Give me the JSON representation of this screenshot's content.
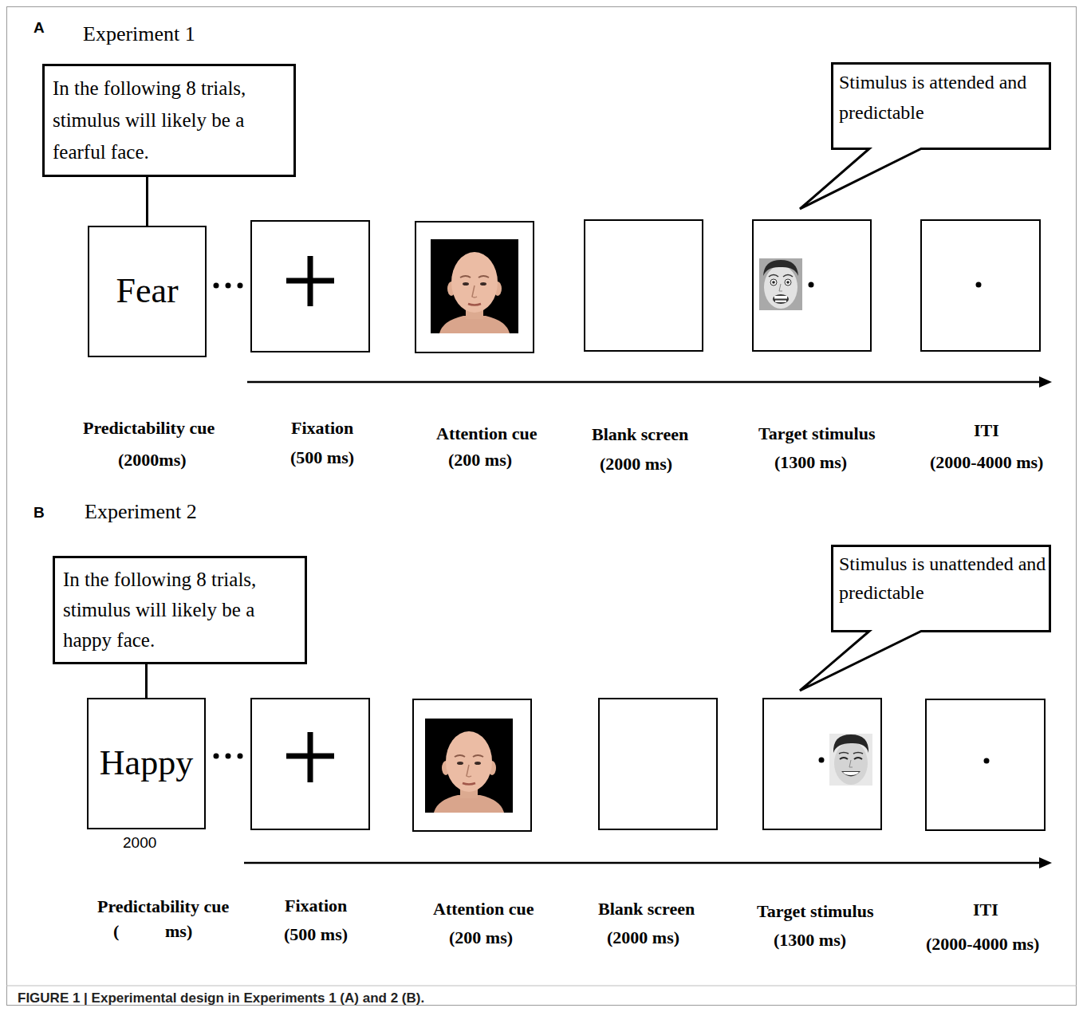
{
  "diagram": {
    "caption": "FIGURE 1 | Experimental design in Experiments 1 (A) and 2 (B).",
    "nodes": [
      {
        "text": [
          "In the following 8 trials, stimulus will likely be a fearful face."
        ]
      },
      {
        "text": [
          "Stimulus is attended and predictable"
        ]
      },
      {
        "text": [
          "Fear"
        ]
      },
      {
        "text": [
          "In the following 8 trials, stimulus will likely be a happy face."
        ]
      },
      {
        "text": [
          "Stimulus is unattended and predictable"
        ]
      },
      {
        "text": [
          "Happy"
        ]
      }
    ],
    "edges": [
      {
        "from": 0,
        "to": 2,
        "arrow": "none"
      },
      {
        "from": 3,
        "to": 5,
        "arrow": "none"
      }
    ],
    "labels": [
      "A",
      "Experiment 1",
      "Predictability cue",
      "(2000ms)",
      "Fixation",
      "(500 ms)",
      "Attention cue",
      "(200 ms)",
      "Blank screen",
      "(2000 ms)",
      "Target stimulus",
      "(1300 ms)",
      "ITI",
      "(2000-4000 ms)",
      "B",
      "Experiment 2",
      "2000",
      "Predictability cue",
      "(",
      "ms)",
      "Fixation",
      "(500 ms)",
      "Attention cue",
      "(200 ms)",
      "Blank screen",
      "(2000 ms)",
      "Target stimulus",
      "(1300 ms)",
      "ITI",
      "(2000-4000 ms)"
    ]
  }
}
